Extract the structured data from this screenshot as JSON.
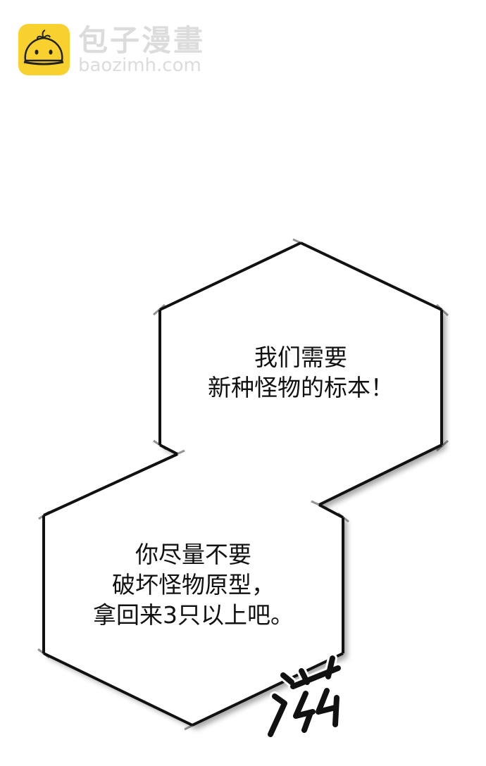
{
  "watermark": {
    "brand_cn": "包子漫畫",
    "url": "baozimh.com",
    "logo_color": "#f9d12e",
    "icon": "bun-mascot-icon"
  },
  "bubbles": [
    {
      "id": "bubble-1",
      "lines": [
        "我们需要",
        "新种怪物的标本！"
      ]
    },
    {
      "id": "bubble-2",
      "lines": [
        "你尽量不要",
        "破坏怪物原型，",
        "拿回来3只以上吧。"
      ]
    }
  ],
  "sound_effect": {
    "text": "滋",
    "icon": "sfx-zi-brush-icon"
  },
  "colors": {
    "background": "#ffffff",
    "outline": "#111111",
    "text": "#111111",
    "watermark_text": "#dcdcdc"
  }
}
